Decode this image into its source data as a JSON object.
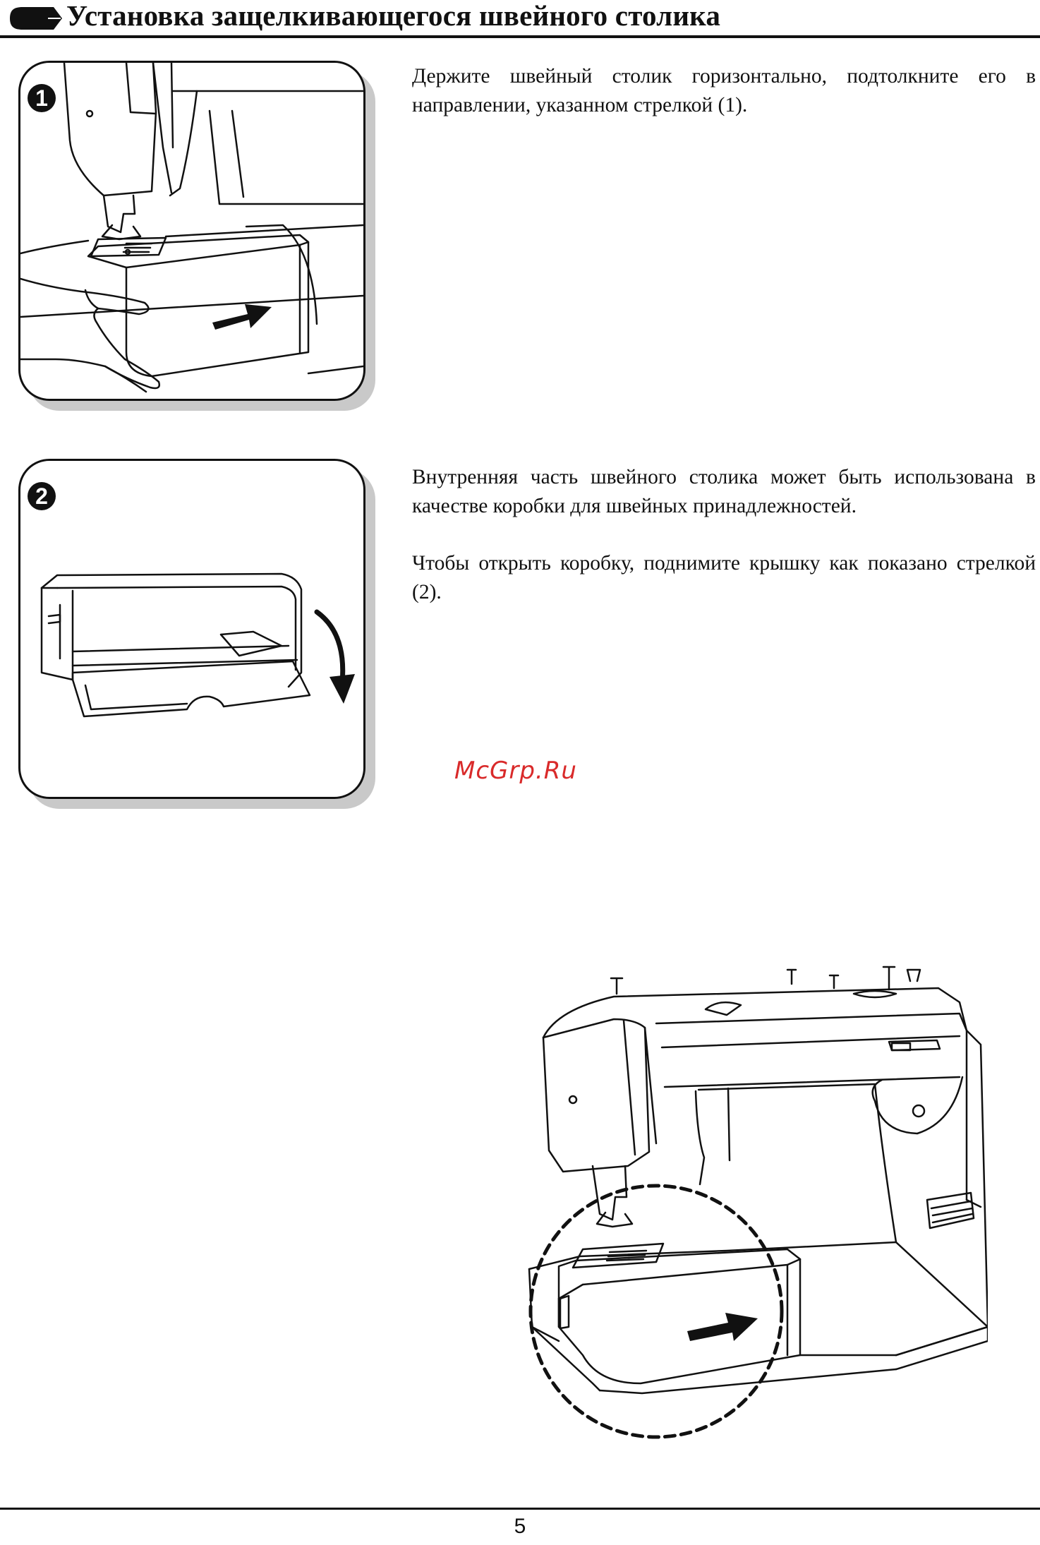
{
  "header": {
    "title": "Установка защелкивающегося швейного столика",
    "marker_icon": "arrow-tab-icon"
  },
  "steps": [
    {
      "number": "1",
      "paragraphs": [
        "Держите швейный столик горизонтально, подтолкните его в направлении, указанном стрелкой (1)."
      ]
    },
    {
      "number": "2",
      "paragraphs": [
        "Внутренняя часть швейного столика может быть использована в качестве коробки для швейных принадлежностей.",
        "Чтобы открыть коробку, поднимите крышку как показано стрелкой (2)."
      ]
    }
  ],
  "watermark": "McGrp.Ru",
  "footer": {
    "page_number": "5"
  },
  "colors": {
    "ink": "#111111",
    "shadow": "#c9c9c9",
    "watermark": "#d92a2a"
  }
}
